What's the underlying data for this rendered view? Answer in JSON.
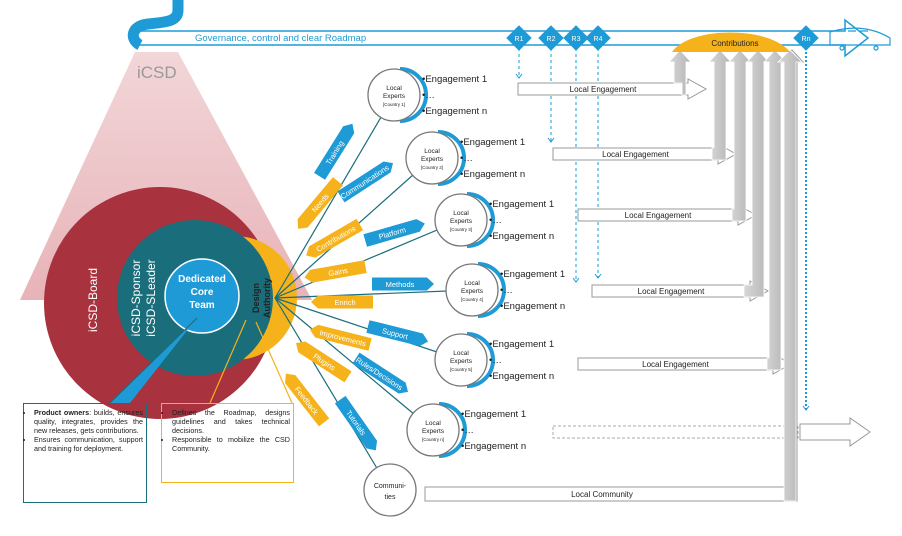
{
  "roadmap": {
    "title": "Governance, control and clear Roadmap",
    "milestones": [
      "R1",
      "R2",
      "R3",
      "R4",
      "Rn"
    ],
    "contributions_label": "Contributions"
  },
  "brand": {
    "logo_text": "iCSD"
  },
  "rings": {
    "board": "iCSD-Board",
    "sponsor": "iCSD-Sponsor",
    "sleader": "iCSD-SLeader",
    "core": [
      "Dedicated",
      "Core",
      "Team"
    ],
    "authority": [
      "Design",
      "Authority"
    ]
  },
  "spokes": [
    "Training",
    "Needs",
    "Communications",
    "Contributions",
    "Platform",
    "Gains",
    "Methods",
    "Enrich",
    "Improvements",
    "Support",
    "Plugins",
    "Rules/Decisions",
    "Feedback",
    "Tutorials"
  ],
  "experts": [
    {
      "label": [
        "Local",
        "Experts"
      ],
      "country": "[Country 1]",
      "items": [
        "•Engagement 1",
        "•…",
        "•Engagement n"
      ],
      "bar": "Local Engagement"
    },
    {
      "label": [
        "Local",
        "Experts"
      ],
      "country": "[Country 2]",
      "items": [
        "•Engagement 1",
        "•…",
        "•Engagement n"
      ],
      "bar": "Local Engagement"
    },
    {
      "label": [
        "Local",
        "Experts"
      ],
      "country": "[Country 3]",
      "items": [
        "•Engagement 1",
        "•…",
        "•Engagement n"
      ],
      "bar": "Local Engagement"
    },
    {
      "label": [
        "Local",
        "Experts"
      ],
      "country": "[Country 4]",
      "items": [
        "•Engagement 1",
        "•…",
        "•Engagement n"
      ],
      "bar": "Local Engagement"
    },
    {
      "label": [
        "Local",
        "Experts"
      ],
      "country": "[Country 5]",
      "items": [
        "•Engagement 1",
        "•…",
        "•Engagement n"
      ],
      "bar": "Local Engagement"
    },
    {
      "label": [
        "Local",
        "Experts"
      ],
      "country": "[Country n]",
      "items": [
        "•Engagement 1",
        "•…",
        "•Engagement n"
      ],
      "bar": ""
    }
  ],
  "communities": {
    "label": [
      "Communi-",
      "ties"
    ],
    "bar": "Local Community"
  },
  "notes": {
    "product_bold": "Product owners",
    "product_rest": ": builds, ensures quality, integrates, provides the new releases, gets contributions.",
    "product_2": "Ensures communication, support and training for deployment.",
    "authority_1": "Defines the Roadmap, designs guidelines and takes technical decisions.",
    "authority_2": "Responsible to mobilize the CSD Community."
  },
  "colors": {
    "blue": "#1e9bd6",
    "dark_teal": "#1a6d7a",
    "teal": "#2a8fb0",
    "red": "#a8323e",
    "yellow": "#f5b21b",
    "grey": "#c8c8c8"
  }
}
